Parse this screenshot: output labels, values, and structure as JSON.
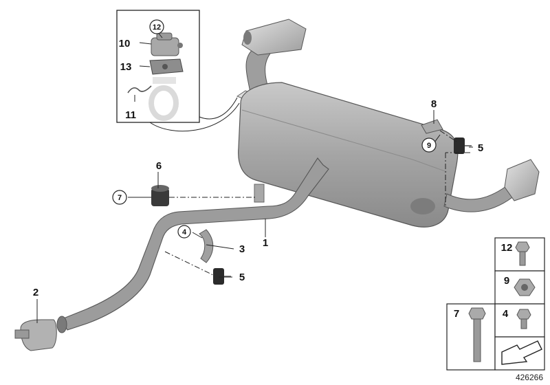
{
  "diagram": {
    "doc_number": "426266",
    "callouts": {
      "c1": "1",
      "c2": "2",
      "c3": "3",
      "c4": "4",
      "c5a": "5",
      "c5b": "5",
      "c6": "6",
      "c7": "7",
      "c8": "8",
      "c9": "9",
      "c10": "10",
      "c11": "11",
      "c12": "12",
      "c13": "13"
    },
    "legend": {
      "l12": "12",
      "l9": "9",
      "l7": "7",
      "l4": "4"
    },
    "colors": {
      "metal_light": "#b9b9b9",
      "metal_mid": "#9a9a9a",
      "metal_dark": "#6e6e6e",
      "rubber": "#2b2b2b",
      "line": "#222222"
    }
  }
}
